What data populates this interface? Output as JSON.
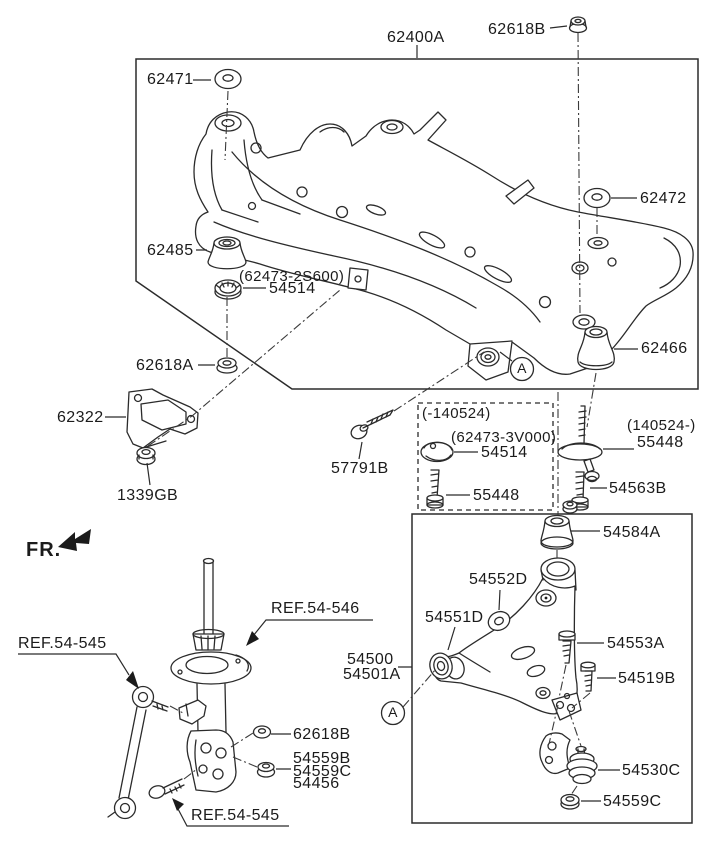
{
  "colors": {
    "line": "#2b2b2b",
    "background": "#ffffff",
    "text": "#1b1b1b"
  },
  "labels": {
    "assembly_62400A": "62400A",
    "nut_62618B_top": "62618B",
    "washer_62471": "62471",
    "washer_62472": "62472",
    "bushing_62485": "62485",
    "ref_62473_2S600": "(62473-2S600)",
    "nut_54514_top": "54514",
    "nut_62618A": "62618A",
    "bushing_62466": "62466",
    "bracket_62322": "62322",
    "nut_1339GB": "1339GB",
    "bolt_57791B": "57791B",
    "range_before": "(-140524)",
    "ref_62473_3V000": "(62473-3V000)",
    "washer_54514_variant": "54514",
    "bolt_55448_left": "55448",
    "range_after": "(140524-)",
    "bolt_55448_right": "55448",
    "bolt_54563B": "54563B",
    "bushing_54584A": "54584A",
    "ring_54552D": "54552D",
    "bushing_54551D": "54551D",
    "arm_54500": "54500",
    "arm_54501A": "54501A",
    "bolt_54553A": "54553A",
    "bolt_54519B": "54519B",
    "balljoint_54530C": "54530C",
    "nut_54559C_box": "54559C",
    "fr": "FR.",
    "ref_545_top": "REF.54-545",
    "ref_546": "REF.54-546",
    "nut_62618B_strut": "62618B",
    "nut_54559B": "54559B",
    "nut_54559C_strut": "54559C",
    "bolt_54456": "54456",
    "ref_545_bottom": "REF.54-545",
    "circle_a": "A"
  }
}
